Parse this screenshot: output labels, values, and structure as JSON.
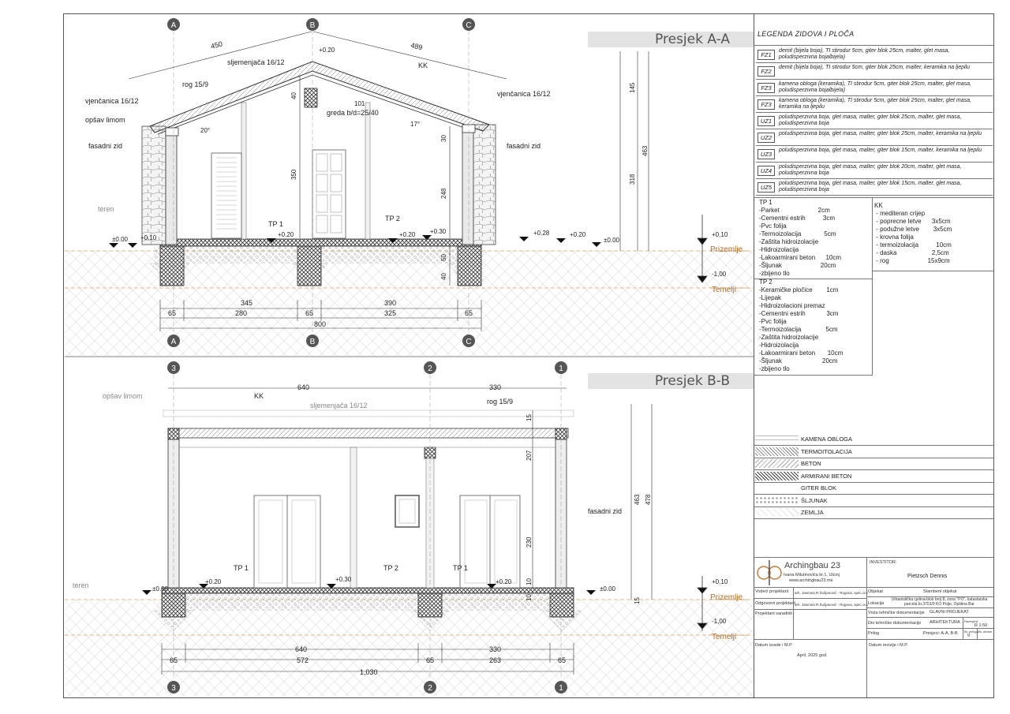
{
  "sections": {
    "aa_title": "Presjek A-A",
    "bb_title": "Presjek B-B"
  },
  "axes": {
    "a": "A",
    "b": "B",
    "c": "C",
    "one": "1",
    "two": "2",
    "three": "3"
  },
  "aa": {
    "dim_left_roof": "450",
    "dim_right_roof": "489",
    "ridge_level": "+0.20",
    "ridge_label": "sljemenjača 16/12",
    "rafter_label": "rog 15/9",
    "kk_label": "KK",
    "eave_left_label": "vjenčanica 16/12",
    "eave_right_label": "vjenčanica 16/12",
    "flashing_label": "opšav limom",
    "facade_left_label": "fasadni zid",
    "facade_right_label": "fasadni zid",
    "beam_label": "greda b/d=25/40",
    "beam_size": "101",
    "dim_40": "40",
    "angle_left": "20°",
    "angle_right": "17°",
    "dim_30": "30",
    "dim_350": "350",
    "dim_248": "248",
    "dim_145": "145",
    "dim_463": "463",
    "dim_318": "318",
    "teren": "teren",
    "tp1": "TP 1",
    "tp2": "TP 2",
    "lvl_000_l": "±0.00",
    "lvl_010_l": "+0.10",
    "lvl_020_a": "+0.20",
    "lvl_020_b": "+0.20",
    "lvl_030": "+0.30",
    "lvl_028": "+0.28",
    "lvl_020_c": "+0.20",
    "lvl_000_r": "±0.00",
    "dim_50": "50",
    "dim_40b": "40",
    "lvl_010_side": "+0,10",
    "lvl_100_side": "-1,00",
    "prizemlje": "Prizemlje",
    "temelji": "Temelji",
    "dims_row1": [
      "345",
      "390"
    ],
    "dims_row2": [
      "65",
      "280",
      "65",
      "325",
      "65"
    ],
    "dim_total": "800"
  },
  "bb": {
    "dim_top": [
      "640",
      "330"
    ],
    "flashing_label": "opšav limom",
    "kk_label": "KK",
    "ridge_label": "sljemenjača 16/12",
    "rafter_label": "rog 15/9",
    "dim_15": "15",
    "dim_207": "207",
    "dim_230": "230",
    "dim_10": "10",
    "dim_10b": "10",
    "dim_463": "463",
    "dim_478": "478",
    "dim_15b": "15",
    "facade_label": "fasadni zid",
    "teren": "teren",
    "tp1a": "TP 1",
    "tp2": "TP 2",
    "tp1b": "TP 1",
    "lvl_000_l": "±0.00",
    "lvl_020_a": "+0.20",
    "lvl_030": "+0.30",
    "lvl_020_b": "+0.20",
    "lvl_000_r": "±0.00",
    "lvl_010_side": "+0,10",
    "lvl_100_side": "-1,00",
    "prizemlje": "Prizemlje",
    "temelji": "Temelji",
    "dims_row1": [
      "640",
      "330"
    ],
    "dims_row2": [
      "65",
      "572",
      "65",
      "263",
      "65"
    ],
    "dim_total": "1,030"
  },
  "legend": {
    "title": "LEGENDA ZIDOVA I PLOČA",
    "rows": [
      {
        "code": "FZ1",
        "desc": "demit (bijela boja), TI stirodur 5cm, giter blok 25cm, malter, glet masa, poludisperzivna bojalbijela)"
      },
      {
        "code": "FZ2",
        "desc": "demit (bijela boja), TI stirodur 5cm, giter blok 25cm, malter, keramika na ljepilu"
      },
      {
        "code": "FZ3",
        "desc": "kamena obloga (keramika), TI stirodur 5cm, giter blok 25cm, malter, glet masa, poludisperzivna bojalbijela)"
      },
      {
        "code": "FZ3",
        "desc": "kamena obloga (keramika), TI stirodur 5cm, giter blok 25cm, malter, glet masa, keramika na ljepilu"
      },
      {
        "code": "UZ1",
        "desc": "poludisperzivna boja, glet masa, malter, giter blok 25cm, malter, glet masa, poludisperzivna boja"
      },
      {
        "code": "UZ2",
        "desc": "poludisperzivna boja, glet masa, malter, giter blok 25cm, malter, keramika na ljepilu"
      },
      {
        "code": "UZ3",
        "desc": "poludisperzivna boja, glet masa, malter, giter blok 15cm, malter, keramika na ljepilu"
      },
      {
        "code": "UZ4",
        "desc": "poludisperzivna boja, glet masa, malter, giter blok 20cm, malter, glet masa, poludisperzivna boja"
      },
      {
        "code": "UZ5",
        "desc": "poludisperzivna boja, glet masa, malter, giter blok 15cm, malter, glet masa, poludisperzivna boja"
      }
    ]
  },
  "tp1_text": "TP 1\n-Parket                      2cm\n-Cementni estrih          3cm\n-Pvc folija\n-Termoizolacija             5cm\n-Zaštita hidroizolacije\n-Hidroizolacija\n-Lakoarmirani beton      10cm\n-Šljunak                      20cm\n-zbijeno tlo",
  "kk_text": "KK\n - mediteran crijep\n - poprecne letve      3x5cm\n - podužne letve        3x5cm\n - krovna folija\n - termoizolacija          10cm\n - daska                    2,5cm\n - rog                      15x9cm",
  "tp2_text": "TP 2\n-Keramičke pločice        1cm\n-Lijepak\n-Hidroizolacioni premaz\n-Cementni estrih            3cm\n-Pvc folija\n-Termoizolacija              5cm\n-Zaštita hidroizolacije\n-Hidroizolacija\n-Lakoarmirani beton       10cm\n-Šljunak                       20cm\n-zbijeno tlo",
  "materials": [
    "KAMENA OBLOGA",
    "TERMOITOLACIJA",
    "BETON",
    "ARMIRANI BETON",
    "GITER BLOK",
    "ŠLJUNAK",
    "ZEMLJA"
  ],
  "titleblock": {
    "firm": "Archingbau 23",
    "address": "Ivana Milutinovića br.1, Ulcinj",
    "web": "www.archingbau23.me",
    "investor_label": "INVESTITOR:",
    "investor": "Pietzsch Dennis",
    "vodeci_label": "Vodeći projektant",
    "odgovorni_label": "Odgovorni projektant",
    "saradnik_label": "Projektant saradnik",
    "architect": "arh. Jasmina R.Šušjanović - Rogova, spec.occ",
    "architect2": "arh. Jasmina R.Šušjanović - Rogova, spec.occ",
    "objekat_label": "Objekat",
    "objekat": "Stambeni objekat",
    "lokacija_label": "Lokacija",
    "lokacija": "Urbanistička cjelina-blok broj 8, zona \"PO\", katastarska parcela br.3701/9 KO Polje, Opština Bar",
    "vrsta_label": "Vrsta tehničke dokumentacije",
    "vrsta": "GLAVNI PROJEKAT",
    "dio_label": "Dio tehničke dokumentacije",
    "dio": "ARHITEKTURA",
    "razmjera_label": "Razmjera",
    "razmjera": "R   1:50",
    "prilog_label": "Prilog",
    "prilog": "Presjeci: A-A, B-B",
    "br_priloga_label": "Br. priloga",
    "br_priloga": "9",
    "br_strane_label": "Br. strane",
    "datum_label": "Datum izrade i M.P",
    "datum": "April, 2025 god.",
    "revizija_label": "Datum revizije i M.P"
  }
}
